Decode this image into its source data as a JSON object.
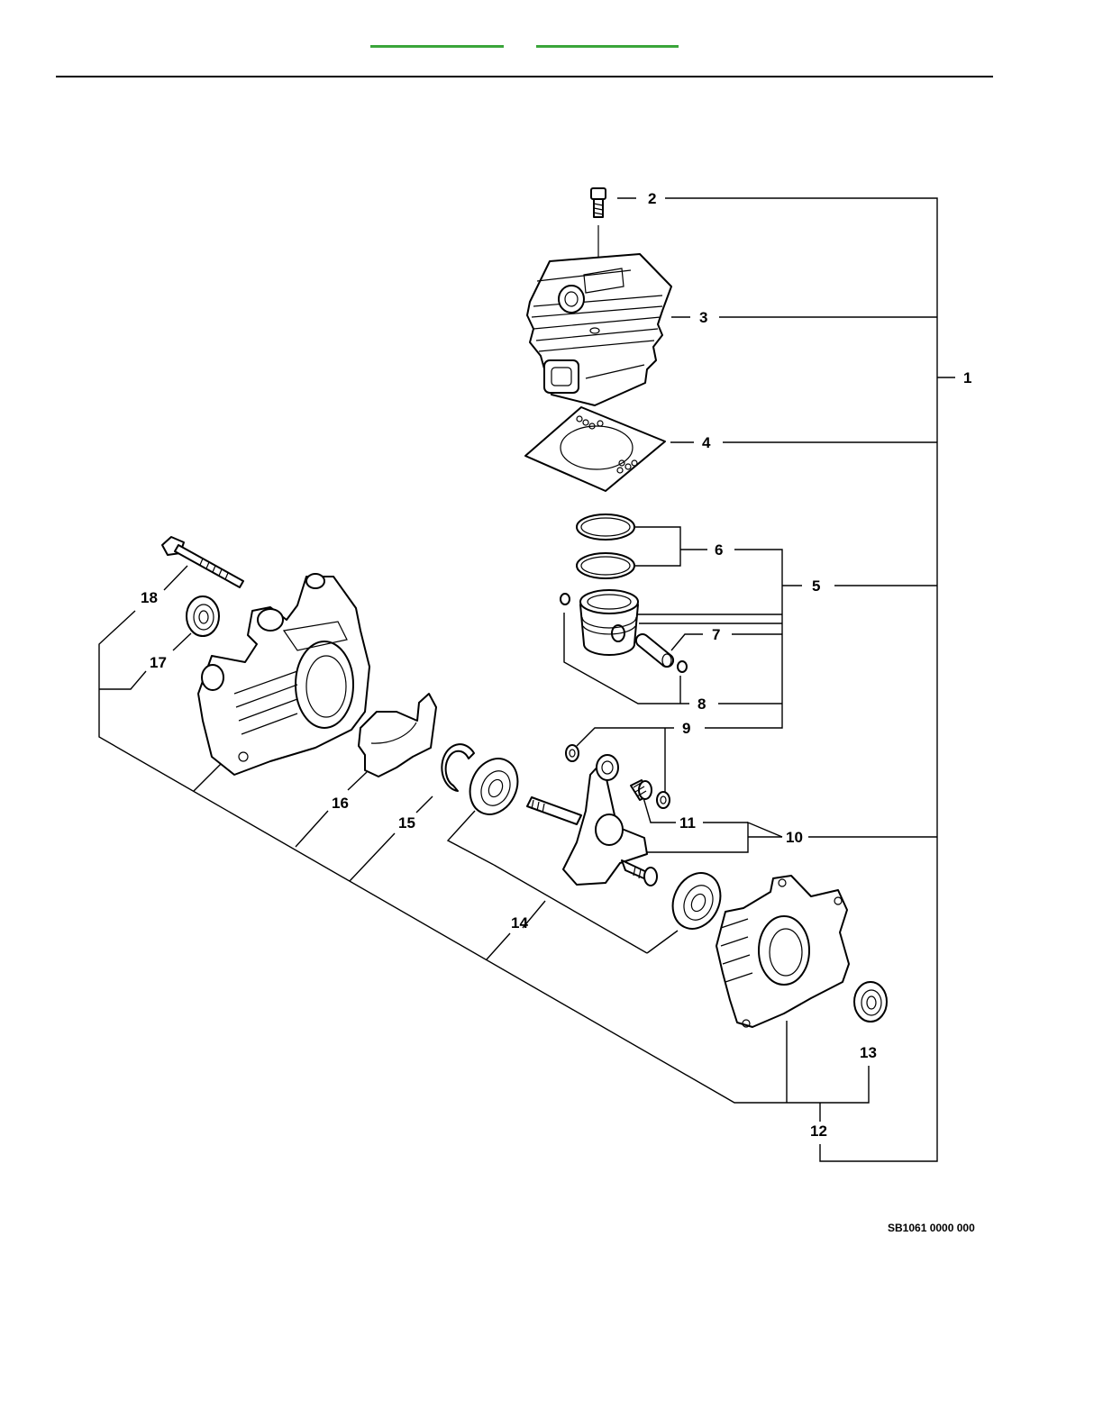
{
  "header": {
    "links": [
      {
        "label": ""
      },
      {
        "label": ""
      }
    ]
  },
  "diagram": {
    "callouts": [
      "1",
      "2",
      "3",
      "4",
      "5",
      "6",
      "7",
      "8",
      "9",
      "10",
      "11",
      "12",
      "13",
      "14",
      "15",
      "16",
      "17",
      "18"
    ],
    "drawing_code": "SB1061 0000 000"
  },
  "colors": {
    "link": "#3aa53a",
    "ink": "#000000"
  }
}
